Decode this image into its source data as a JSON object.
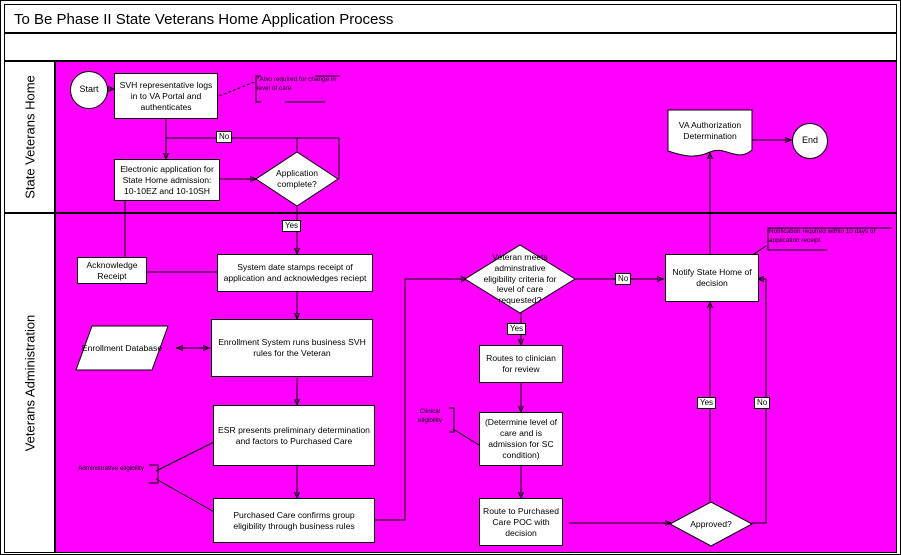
{
  "header": {
    "title": "To Be Phase II State Veterans Home Application Process",
    "subtitle": ""
  },
  "lanes": [
    {
      "id": "svh",
      "label": "State Veterans Home"
    },
    {
      "id": "va",
      "label": "Veterans Administration"
    }
  ],
  "colors": {
    "lane_fill": "#ff00ff",
    "node_fill": "#ffffff",
    "line": "#000000",
    "text": "#000000"
  },
  "nodes": {
    "start": {
      "label": "Start",
      "shape": "terminator",
      "lane": "svh"
    },
    "svh_login": {
      "label": "SVH representative logs in to VA Portal and authenticates",
      "shape": "process",
      "lane": "svh"
    },
    "electronic_app": {
      "label": "Electronic application for State Home admission: 10-10EZ and 10-10SH",
      "shape": "process",
      "lane": "svh"
    },
    "app_complete": {
      "label": "Application complete?",
      "shape": "decision",
      "lane": "svh"
    },
    "acknowledge_receipt": {
      "label": "Acknowledge Receipt",
      "shape": "process",
      "lane": "va"
    },
    "system_date_stamps": {
      "label": "System date stamps receipt of application and acknowledges reciept",
      "shape": "process",
      "lane": "va"
    },
    "enrollment_database": {
      "label": "Enrollment Database",
      "shape": "data",
      "lane": "va"
    },
    "enrollment_system": {
      "label": "Enrollment System runs business SVH rules for the Veteran",
      "shape": "process",
      "lane": "va"
    },
    "esr_presents": {
      "label": "ESR presents preliminary determination and factors to Purchased Care",
      "shape": "process",
      "lane": "va"
    },
    "purchased_care_confirms": {
      "label": "Purchased Care confirms group eligibility through business rules",
      "shape": "process",
      "lane": "va"
    },
    "veteran_meets": {
      "label": "Veteran meets adminstrative eligibility criteria for level of care requested?",
      "shape": "decision",
      "lane": "va"
    },
    "routes_clinician": {
      "label": "Routes to clinician for review",
      "shape": "process",
      "lane": "va"
    },
    "determine_level": {
      "label": "(Determine level of care and is admission for SC condition)",
      "shape": "process",
      "lane": "va"
    },
    "route_poc": {
      "label": "Route to Purchased Care POC with decision",
      "shape": "process",
      "lane": "va"
    },
    "approved": {
      "label": "Approved?",
      "shape": "decision",
      "lane": "va"
    },
    "notify_state_home": {
      "label": "Notify State Home of decision",
      "shape": "process",
      "lane": "va"
    },
    "va_authorization": {
      "label": "VA Authorization Determination",
      "shape": "document",
      "lane": "svh"
    },
    "end": {
      "label": "End",
      "shape": "terminator",
      "lane": "svh"
    }
  },
  "notes": {
    "level_of_care": "*Also required for change in level of care",
    "notification_window": "Notification required within 10 days of application receipt",
    "administrative_eligibility": "Administrative eligibility",
    "clinical_eligibility": "Clinical eligibility"
  },
  "edge_labels": {
    "app_complete_no": "No",
    "app_complete_yes": "Yes",
    "veteran_meets_no": "No",
    "veteran_meets_yes": "Yes",
    "approved_yes": "Yes",
    "approved_no": "No"
  }
}
